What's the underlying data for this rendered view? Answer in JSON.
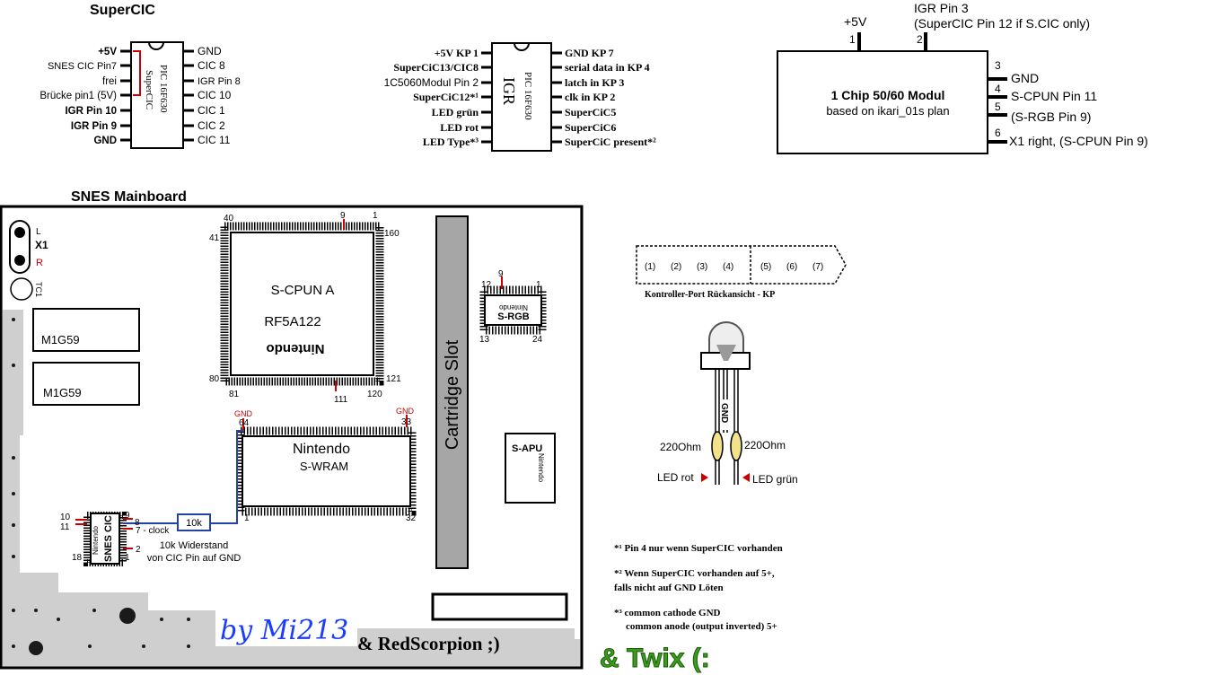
{
  "supercic": {
    "title": "SuperCIC",
    "chip_label_1": "PIC 16F630",
    "chip_label_2": "SuperCIC",
    "left_pins": [
      "+5V",
      "SNES CIC Pin7",
      "frei",
      "Brücke pin1 (5V)",
      "IGR Pin 10",
      "IGR Pin 9",
      "GND"
    ],
    "right_pins": [
      "GND",
      "CIC 8",
      "IGR Pin 8",
      "CIC 10",
      "CIC 1",
      "CIC 2",
      "CIC 11"
    ]
  },
  "igr": {
    "chip_label_1": "PIC 16F630",
    "chip_label_2": "IGR",
    "left_pins": [
      "+5V KP 1",
      "SuperCiC13/CIC8",
      "1C5060Modul Pin 2",
      "SuperCiC12*¹",
      "LED grün",
      "LED rot",
      "LED Type*³"
    ],
    "right_pins": [
      "GND KP 7",
      "serial data in KP 4",
      "latch in KP 3",
      "clk in KP 2",
      "SuperCiC5",
      "SuperCiC6",
      "SuperCiC present*²"
    ]
  },
  "module": {
    "title": "1 Chip 50/60 Modul",
    "subtitle": "based on ikari_01s plan",
    "top_label_1": "+5V",
    "top_label_2a": "IGR Pin 3",
    "top_label_2b": "(SuperCIC Pin 12 if S.CIC only)",
    "pin_nums_top": [
      "1",
      "2"
    ],
    "right_pins": [
      {
        "num": "3",
        "label": "GND"
      },
      {
        "num": "4",
        "label": "S-CPUN Pin 11"
      },
      {
        "num": "5",
        "label": "(S-RGB Pin 9)"
      },
      {
        "num": "6",
        "label": "X1 right, (S-CPUN Pin 9)"
      }
    ]
  },
  "mainboard": {
    "title": "SNES Mainboard",
    "x1_label": "X1",
    "x1_l": "L",
    "x1_r": "R",
    "tc1": "TC1",
    "m1": "M1G59",
    "m2": "M1G59",
    "cpu": {
      "name1": "S-CPUN A",
      "name2": "RF5A122",
      "brand": "Nintendo",
      "pins": [
        "40",
        "9",
        "1",
        "41",
        "160",
        "80",
        "81",
        "111",
        "120",
        "121"
      ]
    },
    "srgb": {
      "name": "S-RGB",
      "brand": "Nintendo",
      "pins": [
        "9",
        "12",
        "1",
        "13",
        "24"
      ]
    },
    "wram": {
      "brand": "Nintendo",
      "name": "S-WRAM",
      "gnd_left": "GND",
      "gnd_right": "GND",
      "pins": [
        "64",
        "33",
        "1",
        "32"
      ]
    },
    "cartridge": "Cartridge Slot",
    "apu": {
      "name": "S-APU",
      "brand": "Nintendo"
    },
    "cic": {
      "name": "SNES CIC",
      "brand": "Nintendo",
      "pins": [
        "10",
        "11",
        "9",
        "8",
        "7 - clock",
        "2",
        "18",
        "1"
      ]
    },
    "resistor": "10k",
    "resistor_note_1": "10k Widerstand",
    "resistor_note_2": "von CIC Pin auf GND"
  },
  "controller": {
    "pins": [
      "(1)",
      "(2)",
      "(3)",
      "(4)",
      "(5)",
      "(6)",
      "(7)"
    ],
    "caption": "Kontroller-Port Rückansicht - KP"
  },
  "led": {
    "gnd": "GND",
    "r_left": "220Ohm",
    "r_right": "220Ohm",
    "red": "LED rot",
    "green": "LED grün"
  },
  "notes": {
    "n1": "*¹ Pin 4 nur wenn SuperCIC vorhanden",
    "n2a": "*² Wenn SuperCIC vorhanden auf 5+,",
    "n2b": "falls nicht auf GND Löten",
    "n3a": "*³ common cathode GND",
    "n3b": "common anode   (output inverted) 5+"
  },
  "credits": {
    "by": "by Mi213",
    "red": "& RedScorpion ;)",
    "twix": "& Twix (:"
  },
  "colors": {
    "wire_red": "#cc0000",
    "wire_blue": "#2244aa",
    "resistor_yellow": "#f2e28a",
    "credit_blue": "#1a3cff",
    "credit_green": "#3a9c1a",
    "board_gray": "#cfcfcf",
    "slot_gray": "#a6a6a6"
  }
}
